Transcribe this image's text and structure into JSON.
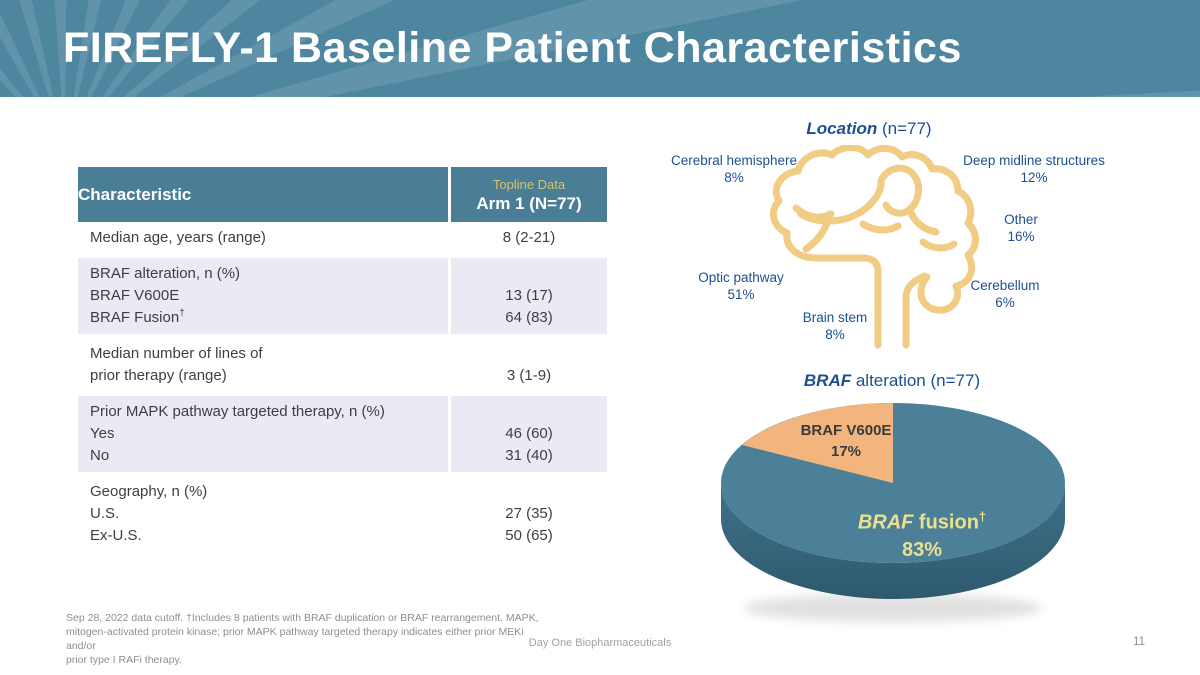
{
  "slide": {
    "title": "FIREFLY-1 Baseline Patient Characteristics",
    "page_number": "11",
    "footer_brand": "Day One Biopharmaceuticals",
    "footnote_lines": [
      "Sep 28, 2022 data cutoff. †Includes 8 patients with BRAF duplication or BRAF rearrangement.  MAPK,",
      "mitogen-activated protein kinase; prior MAPK pathway targeted therapy indicates either prior MEKi and/or",
      "prior type I RAFi therapy."
    ],
    "colors": {
      "banner_teal": "#4e869f",
      "table_header_teal": "#497e96",
      "shaded_row": "#e9eaf3",
      "gold_header_text": "#d8c36e",
      "dark_blue_labels": "#1d4f91",
      "brain_gold": "#f1cc85",
      "pie_teal": "#4c7f98",
      "pie_orange": "#f2b57e",
      "pie_yellow_label": "#ece08c"
    }
  },
  "table": {
    "header": {
      "characteristic": "Characteristic",
      "topline": "Topline Data",
      "arm": "Arm 1 (N=77)"
    },
    "rows": [
      {
        "lines": [
          {
            "label": "Median age, years (range)",
            "value": "8 (2-21)"
          }
        ]
      },
      {
        "lines": [
          {
            "label": "BRAF alteration, n (%)",
            "value": ""
          },
          {
            "label": "BRAF V600E",
            "value": "13 (17)"
          },
          {
            "label": "BRAF Fusion",
            "sup": "†",
            "value": "64 (83)"
          }
        ]
      },
      {
        "lines": [
          {
            "label": "Median number of lines of",
            "value": ""
          },
          {
            "label": "prior therapy (range)",
            "value": "3 (1-9)"
          }
        ]
      },
      {
        "lines": [
          {
            "label": "Prior MAPK pathway targeted therapy, n (%)",
            "value": ""
          },
          {
            "label": "Yes",
            "value": "46 (60)"
          },
          {
            "label": "No",
            "value": "31 (40)"
          }
        ]
      },
      {
        "lines": [
          {
            "label": "Geography, n (%)",
            "value": ""
          },
          {
            "label": "U.S.",
            "value": "27 (35)"
          },
          {
            "label": "Ex-U.S.",
            "value": "50 (65)"
          }
        ]
      }
    ]
  },
  "location": {
    "title_italic": "Location",
    "title_rest": " (n=77)",
    "labels": [
      {
        "name": "Cerebral hemisphere",
        "pct": "8%"
      },
      {
        "name": "Deep midline structures",
        "pct": "12%"
      },
      {
        "name": "Other",
        "pct": "16%"
      },
      {
        "name": "Cerebellum",
        "pct": "6%"
      },
      {
        "name": "Optic pathway",
        "pct": "51%"
      },
      {
        "name": "Brain stem",
        "pct": "8%"
      }
    ]
  },
  "pie": {
    "title_italic": "BRAF",
    "title_rest": " alteration (n=77)",
    "small_label": "BRAF V600E",
    "small_pct": "17%",
    "big_label_italic": "BRAF",
    "big_label_rest": " fusion",
    "big_label_sup": "†",
    "big_pct": "83%"
  },
  "chart_data": [
    {
      "type": "pie",
      "title": "BRAF alteration (n=77)",
      "labels": [
        "BRAF fusion†",
        "BRAF V600E"
      ],
      "values": [
        83,
        17
      ],
      "colors": [
        "#4c7f98",
        "#f2b57e"
      ],
      "style": "3d",
      "n": 77
    },
    {
      "type": "table",
      "title": "Location (n=77)",
      "columns": [
        "Location",
        "Percent"
      ],
      "rows": [
        [
          "Optic pathway",
          51
        ],
        [
          "Other",
          16
        ],
        [
          "Deep midline structures",
          12
        ],
        [
          "Cerebral hemisphere",
          8
        ],
        [
          "Brain stem",
          8
        ],
        [
          "Cerebellum",
          6
        ]
      ],
      "n": 77
    },
    {
      "type": "table",
      "title": "FIREFLY-1 Baseline Patient Characteristics",
      "columns": [
        "Characteristic",
        "Topline Data Arm 1 (N=77)"
      ],
      "rows": [
        [
          "Median age, years (range)",
          "8 (2-21)"
        ],
        [
          "BRAF alteration, n (%): BRAF V600E",
          "13 (17)"
        ],
        [
          "BRAF alteration, n (%): BRAF Fusion†",
          "64 (83)"
        ],
        [
          "Median number of lines of prior therapy (range)",
          "3 (1-9)"
        ],
        [
          "Prior MAPK pathway targeted therapy, n (%): Yes",
          "46 (60)"
        ],
        [
          "Prior MAPK pathway targeted therapy, n (%): No",
          "31 (40)"
        ],
        [
          "Geography, n (%): U.S.",
          "27 (35)"
        ],
        [
          "Geography, n (%): Ex-U.S.",
          "50 (65)"
        ]
      ]
    }
  ]
}
